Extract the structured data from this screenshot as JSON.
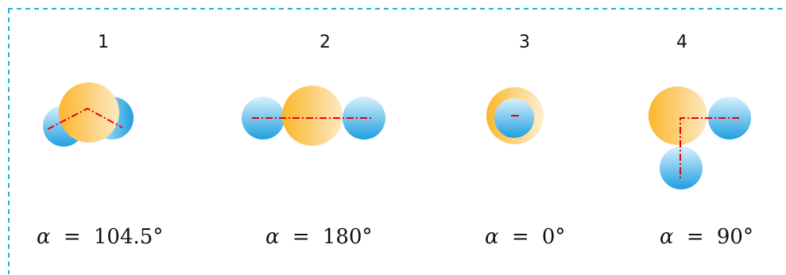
{
  "colors": {
    "frame_border": "#29abe2",
    "oxygen_light": "#fdecc8",
    "oxygen_dark": "#fbb62c",
    "hydrogen_light": "#d6f0fb",
    "hydrogen_dark": "#1ea0e1",
    "angle_line": "#e8000e"
  },
  "panels": [
    {
      "number": "1",
      "alpha_symbol": "α",
      "equals": "=",
      "value": "104.5°"
    },
    {
      "number": "2",
      "alpha_symbol": "α",
      "equals": "=",
      "value": "180°"
    },
    {
      "number": "3",
      "alpha_symbol": "α",
      "equals": "=",
      "value": "0°"
    },
    {
      "number": "4",
      "alpha_symbol": "α",
      "equals": "=",
      "value": "90°"
    }
  ]
}
